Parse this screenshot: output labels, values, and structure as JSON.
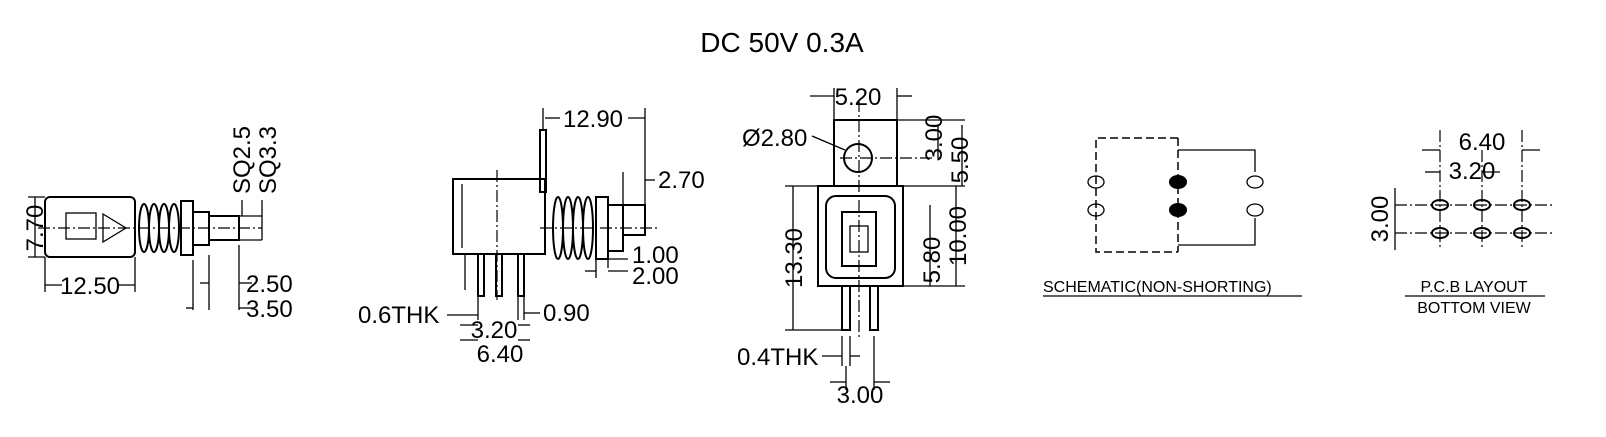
{
  "title": "DC  50V  0.3A",
  "views": {
    "side_left": {
      "dims": [
        "7.70",
        "12.50",
        "SQ2.5",
        "SQ3.3",
        "2.50",
        "3.50"
      ]
    },
    "side_right": {
      "dims": [
        "12.90",
        "2.70",
        "1.00",
        "2.00",
        "0.6THK",
        "3.20",
        "6.40",
        "0.90"
      ]
    },
    "front": {
      "dims": [
        "5.20",
        "Ø2.80",
        "3.00",
        "5.50",
        "13.30",
        "5.80",
        "10.00",
        "0.4THK",
        "3.00"
      ]
    },
    "schematic": {
      "caption": "SCHEMATIC(NON-SHORTING)"
    },
    "pcb": {
      "dims": [
        "6.40",
        "3.20",
        "3.00"
      ],
      "caption_line1": "P.C.B LAYOUT",
      "caption_line2": "BOTTOM VIEW"
    }
  }
}
